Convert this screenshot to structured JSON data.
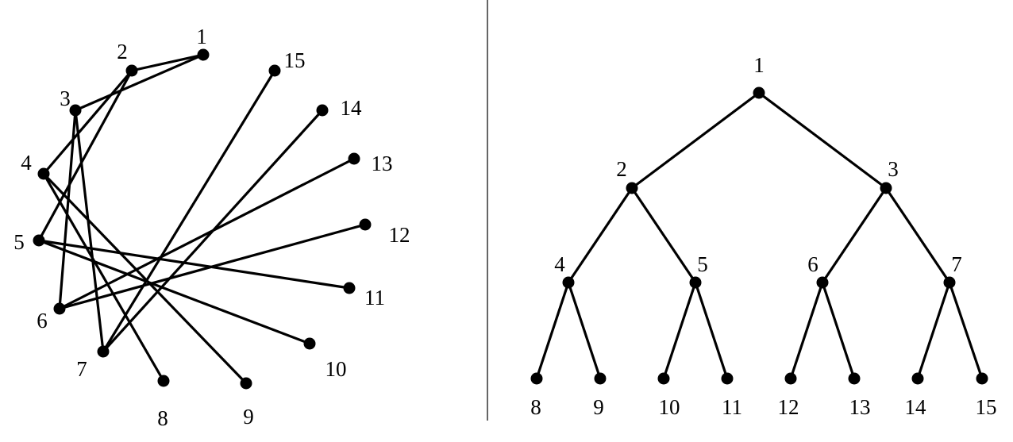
{
  "panels": [
    {
      "id": "circular",
      "nodes": [
        {
          "id": 1,
          "label": "1"
        },
        {
          "id": 2,
          "label": "2"
        },
        {
          "id": 3,
          "label": "3"
        },
        {
          "id": 4,
          "label": "4"
        },
        {
          "id": 5,
          "label": "5"
        },
        {
          "id": 6,
          "label": "6"
        },
        {
          "id": 7,
          "label": "7"
        },
        {
          "id": 8,
          "label": "8"
        },
        {
          "id": 9,
          "label": "9"
        },
        {
          "id": 10,
          "label": "10"
        },
        {
          "id": 11,
          "label": "11"
        },
        {
          "id": 12,
          "label": "12"
        },
        {
          "id": 13,
          "label": "13"
        },
        {
          "id": 14,
          "label": "14"
        },
        {
          "id": 15,
          "label": "15"
        }
      ],
      "edges": [
        [
          1,
          2
        ],
        [
          1,
          3
        ],
        [
          2,
          4
        ],
        [
          2,
          5
        ],
        [
          3,
          6
        ],
        [
          3,
          7
        ],
        [
          4,
          8
        ],
        [
          4,
          9
        ],
        [
          5,
          10
        ],
        [
          5,
          11
        ],
        [
          6,
          12
        ],
        [
          6,
          13
        ],
        [
          7,
          14
        ],
        [
          7,
          15
        ]
      ]
    },
    {
      "id": "tree",
      "nodes": [
        {
          "id": 1,
          "label": "1"
        },
        {
          "id": 2,
          "label": "2"
        },
        {
          "id": 3,
          "label": "3"
        },
        {
          "id": 4,
          "label": "4"
        },
        {
          "id": 5,
          "label": "5"
        },
        {
          "id": 6,
          "label": "6"
        },
        {
          "id": 7,
          "label": "7"
        },
        {
          "id": 8,
          "label": "8"
        },
        {
          "id": 9,
          "label": "9"
        },
        {
          "id": 10,
          "label": "10"
        },
        {
          "id": 11,
          "label": "11"
        },
        {
          "id": 12,
          "label": "12"
        },
        {
          "id": 13,
          "label": "13"
        },
        {
          "id": 14,
          "label": "14"
        },
        {
          "id": 15,
          "label": "15"
        }
      ],
      "edges": [
        [
          1,
          2
        ],
        [
          1,
          3
        ],
        [
          2,
          4
        ],
        [
          2,
          5
        ],
        [
          3,
          6
        ],
        [
          3,
          7
        ],
        [
          4,
          8
        ],
        [
          4,
          9
        ],
        [
          5,
          10
        ],
        [
          5,
          11
        ],
        [
          6,
          12
        ],
        [
          6,
          13
        ],
        [
          7,
          14
        ],
        [
          7,
          15
        ]
      ]
    }
  ]
}
